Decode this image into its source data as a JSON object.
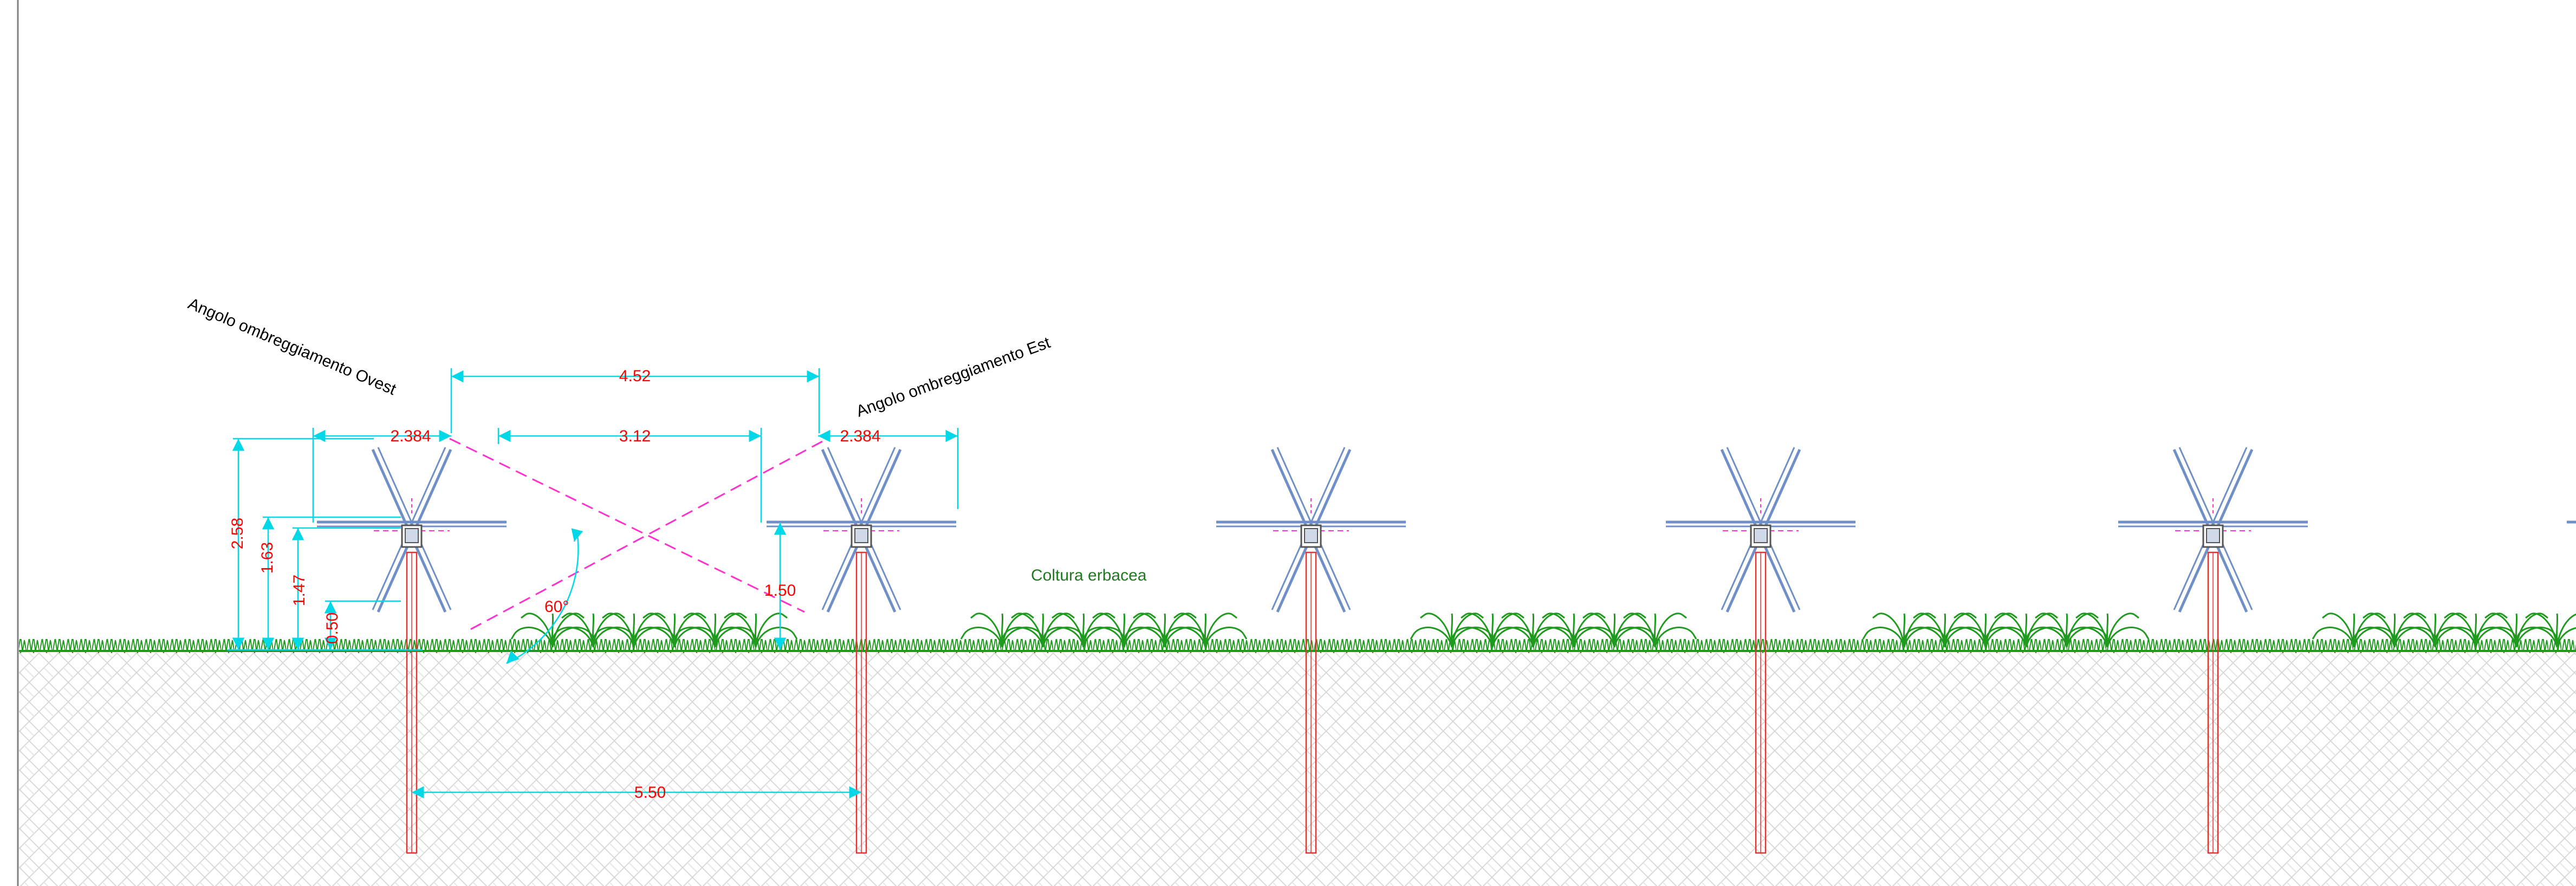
{
  "annotations": {
    "west_angle_label": "Angolo ombreggiamento Ovest",
    "east_angle_label": "Angolo ombreggiamento Est",
    "crop_label": "Coltura erbacea",
    "angle_value": "60°"
  },
  "dimensions": {
    "top_span": "4.52",
    "panel_width_left": "2.384",
    "gap_width": "3.12",
    "panel_width_right": "2.384",
    "total_height": "2.58",
    "axis_height": "1.63",
    "panel_low_edge_height": "1.47",
    "min_clearance": "0.50",
    "right_edge_height": "1.50",
    "row_pitch": "5.50"
  },
  "colors": {
    "dimension_lines": "#00d8e8",
    "dimension_text": "#ff0000",
    "shading_lines": "#ff33cc",
    "panels": "#6f8fc8",
    "posts": "#e83030",
    "grass": "#1f9a1f",
    "soil_hatch": "#d9d9d9",
    "frame": "#808080"
  },
  "icons": {
    "tracker": "tracker-panel-icon",
    "plant": "crop-plant-icon",
    "grass": "grass-strip-icon"
  }
}
